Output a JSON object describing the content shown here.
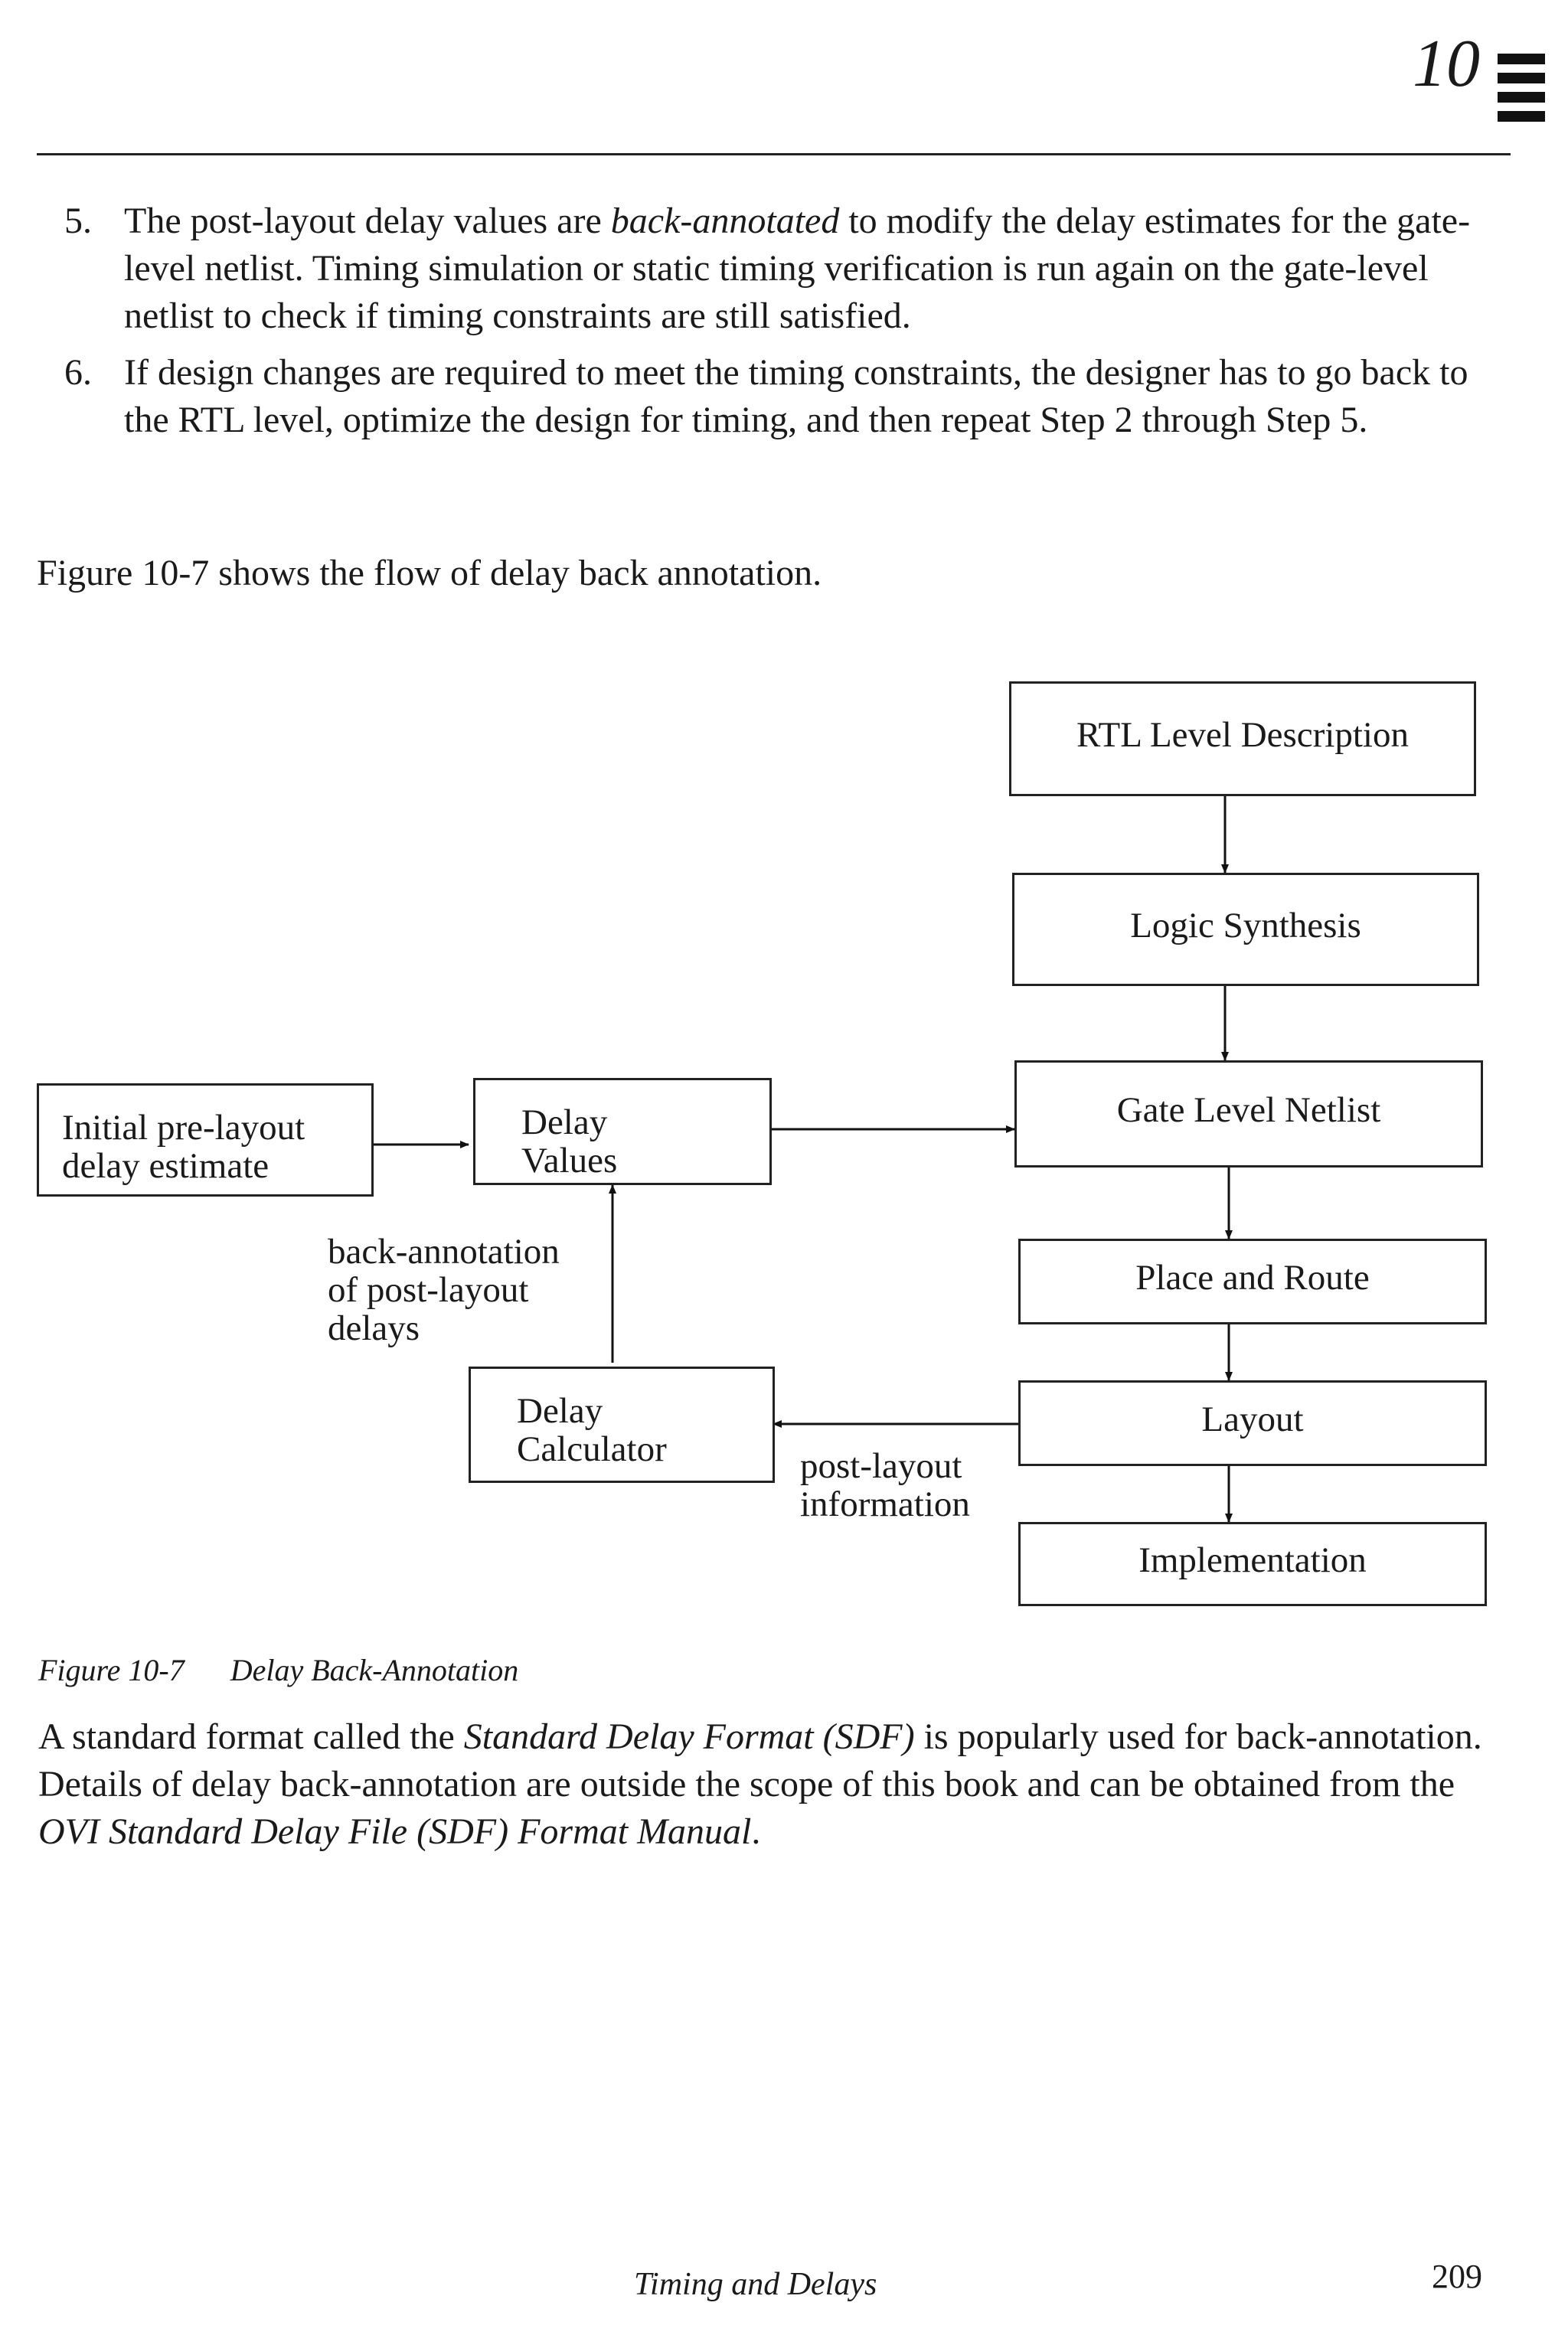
{
  "header": {
    "chapter_number": "10"
  },
  "steps": [
    {
      "number": "5.",
      "text_before": "The post-layout delay values are ",
      "emphasis": "back-annotated",
      "text_after": " to modify the delay estimates for the gate-level netlist. Timing simulation or static timing verification is run again on the gate-level netlist to check if timing constraints are still satisfied."
    },
    {
      "number": "6.",
      "text": "If design changes are required to meet the timing constraints, the designer has to go back to the RTL level, optimize the design for timing, and then repeat Step 2 through Step 5."
    }
  ],
  "intro_sentence": "Figure 10-7 shows the flow of delay back annotation.",
  "diagram": {
    "boxes": {
      "rtl": "RTL Level Description",
      "synthesis": "Logic Synthesis",
      "netlist": "Gate Level Netlist",
      "place_route": "Place and Route",
      "layout": "Layout",
      "implementation": "Implementation",
      "initial_line1": "Initial pre-layout",
      "initial_line2": "delay estimate",
      "delay_values_line1": "Delay",
      "delay_values_line2": "Values",
      "calculator_line1": "Delay",
      "calculator_line2": "Calculator"
    },
    "labels": {
      "backannotation_line1": "back-annotation",
      "backannotation_line2": "of post-layout",
      "backannotation_line3": "delays",
      "postlayout_line1": "post-layout",
      "postlayout_line2": "information"
    }
  },
  "caption": {
    "number": "Figure 10-7",
    "title": "Delay Back-Annotation"
  },
  "closing": {
    "part1": "A standard format called the ",
    "em1": "Standard Delay Format (SDF)",
    "part2": " is popularly used for back-annotation. Details of delay back-annotation are outside the scope of this book and can be obtained from the ",
    "em2": "OVI Standard Delay File (SDF) Format Manual",
    "part3": "."
  },
  "footer": {
    "title": "Timing and Delays",
    "page_number": "209"
  }
}
